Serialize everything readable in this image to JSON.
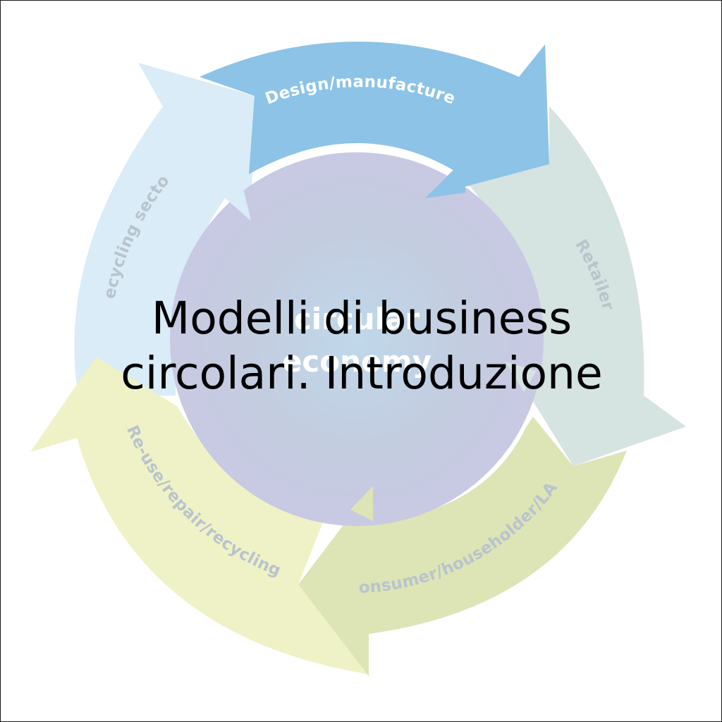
{
  "slide": {
    "title_line1": "Modelli di business",
    "title_line2": "circolari. Introduzione"
  },
  "diagram": {
    "center_line1": "circular",
    "center_line2": "economy",
    "segments": [
      {
        "label": "Design/manufacture",
        "color": "#8cc3e6"
      },
      {
        "label": "Retailer",
        "color": "#d5e3e1"
      },
      {
        "label": "Consumer/householder/LAs",
        "color": "#dde4b6"
      },
      {
        "label": "Re-use/repair/recycling",
        "color": "#eff2c6"
      },
      {
        "label": "Recycling sector",
        "color": "#d9ecf7"
      }
    ]
  }
}
